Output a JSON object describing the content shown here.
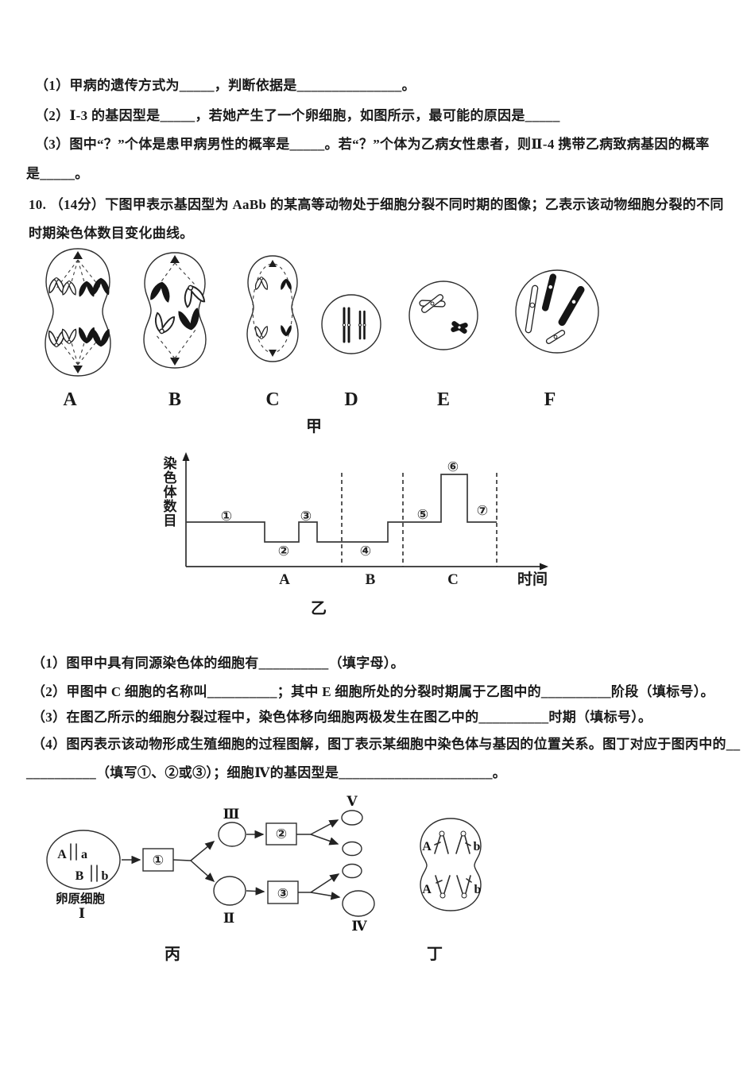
{
  "colors": {
    "ink": "#1a1a1a",
    "paper": "#ffffff"
  },
  "top_block": {
    "line1": "（1）甲病的遗传方式为_____，判断依据是_______________。",
    "line2": "（2）Ⅰ-3 的基因型是_____，若她产生了一个卵细胞，如图所示，最可能的原因是_____",
    "line3": "（3）图中“？”个体是患甲病男性的概率是_____。若“？”个体为乙病女性患者，则Ⅱ-4 携带乙病致病基因的概率",
    "line4": "是_____。",
    "q10_line1": "10. （14分）下图甲表示基因型为 AaBb 的某高等动物处于细胞分裂不同时期的图像；乙表示该动物细胞分裂的不同",
    "q10_line2": "时期染色体数目变化曲线。"
  },
  "figure_jia": {
    "caption": "甲",
    "cells": [
      "A",
      "B",
      "C",
      "D",
      "E",
      "F"
    ]
  },
  "figure_yi": {
    "caption": "乙",
    "ylabel_chars": [
      "染",
      "色",
      "体",
      "数",
      "目"
    ],
    "xlabel": "时间",
    "phases": [
      "A",
      "B",
      "C"
    ],
    "marks": [
      "①",
      "②",
      "③",
      "④",
      "⑤",
      "⑥",
      "⑦"
    ]
  },
  "chart_data": {
    "type": "line",
    "subtype": "step",
    "caption": "乙",
    "xlabel": "时间",
    "ylabel": "染色体数目",
    "grid": false,
    "phases_on_x": [
      "A",
      "B",
      "C"
    ],
    "relative_levels": [
      {
        "mark": "①",
        "phase": "A",
        "level": 2
      },
      {
        "mark": "②",
        "phase": "A",
        "level": 1
      },
      {
        "mark": "③",
        "phase": "A",
        "level": 2
      },
      {
        "mark": "④",
        "phase": "B",
        "level": 1
      },
      {
        "mark": "⑤",
        "phase": "C",
        "level": 2
      },
      {
        "mark": "⑥",
        "phase": "C",
        "level": 4
      },
      {
        "mark": "⑦",
        "phase": "C",
        "level": 2
      }
    ]
  },
  "sub_questions": {
    "q1": "（1）图甲中具有同源染色体的细胞有__________（填字母）。",
    "q2": "（2）甲图中 C 细胞的名称叫__________；其中 E 细胞所处的分裂时期属于乙图中的__________阶段（填标号）。",
    "q3": "（3）在图乙所示的细胞分裂过程中，染色体移向细胞两极发生在图乙中的__________时期（填标号）。",
    "q4a": "（4）图丙表示该动物形成生殖细胞的过程图解，图丁表示某细胞中染色体与基因的位置关系。图丁对应于图丙中的__",
    "q4b": "__________（填写①、②或③）；细胞Ⅳ的基因型是______________________。"
  },
  "figure_bing": {
    "caption": "丙",
    "oogonium": "卵原细胞",
    "numerals": {
      "i": "Ⅰ",
      "ii": "Ⅱ",
      "iii": "Ⅲ",
      "iv": "Ⅳ",
      "v": "Ⅴ"
    },
    "boxes": [
      "①",
      "②",
      "③"
    ],
    "genes": {
      "A": "A",
      "a": "a",
      "B": "B",
      "b": "b"
    }
  },
  "figure_ding": {
    "caption": "丁",
    "genes": {
      "topA": "A",
      "topB": "b",
      "bottomA": "A",
      "bottomB": "b"
    }
  }
}
